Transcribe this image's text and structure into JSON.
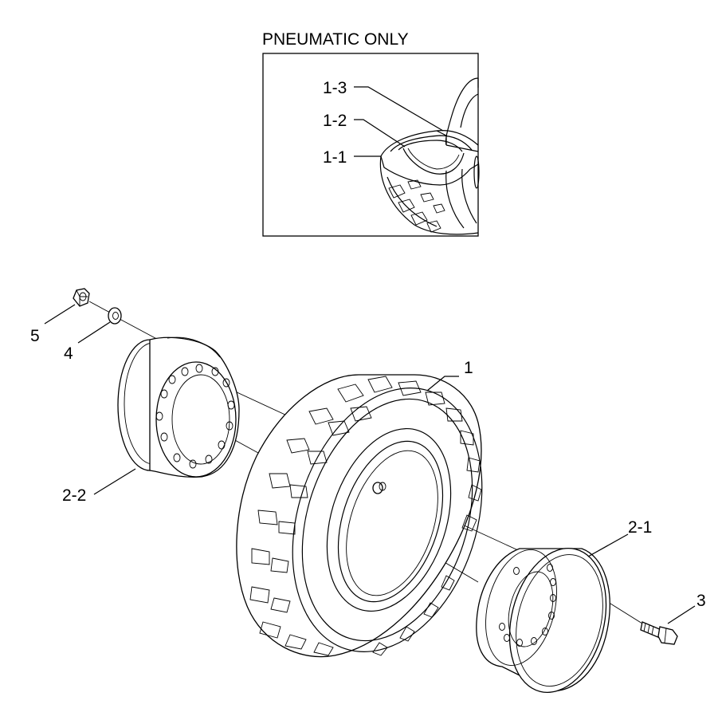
{
  "inset": {
    "title": "PNEUMATIC ONLY",
    "labels": [
      "1-3",
      "1-2",
      "1-1"
    ]
  },
  "parts": {
    "tire": "1",
    "rim_outer": "2-1",
    "rim_inner": "2-2",
    "bolt": "3",
    "washer": "4",
    "nut": "5"
  },
  "colors": {
    "line": "#000000",
    "background": "#ffffff"
  }
}
